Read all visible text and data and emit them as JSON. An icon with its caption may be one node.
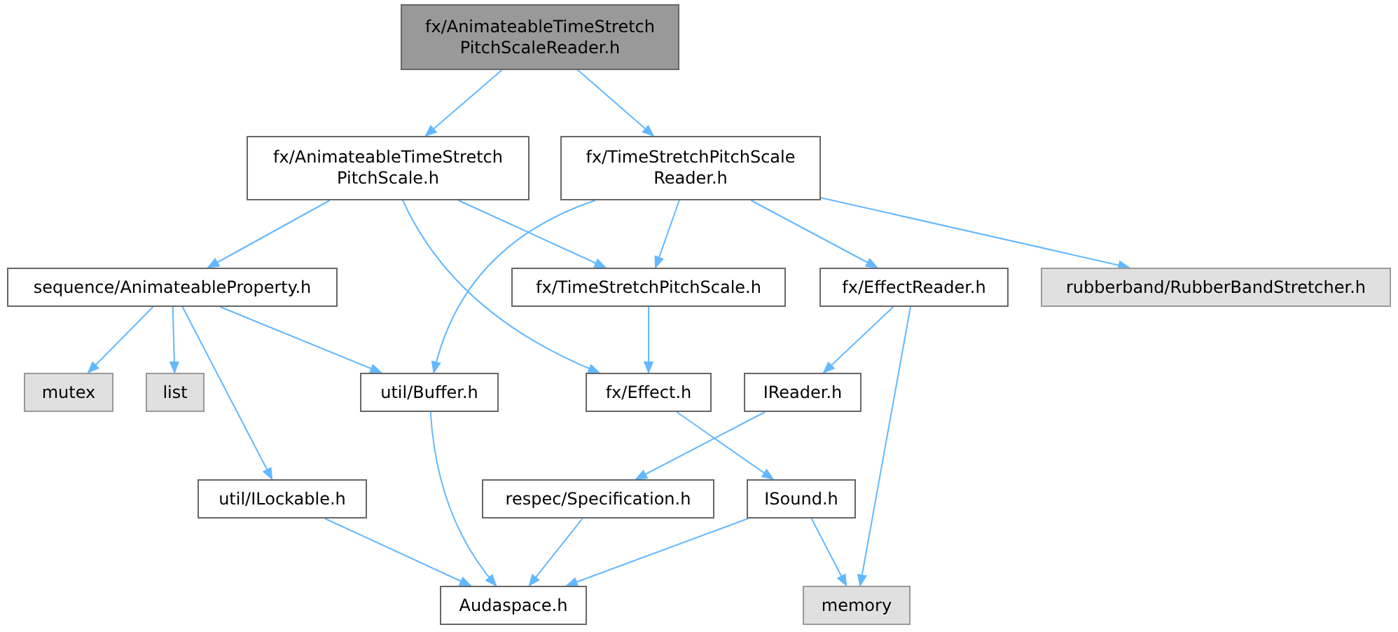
{
  "diagram": {
    "nodes": [
      {
        "text": [
          "fx/AnimateableTimeStretch PitchScaleReader.h"
        ]
      },
      {
        "text": [
          "fx/AnimateableTimeStretch PitchScale.h"
        ]
      },
      {
        "text": [
          "fx/TimeStretchPitchScale Reader.h"
        ]
      },
      {
        "text": [
          "sequence/AnimateableProperty.h"
        ]
      },
      {
        "text": [
          "fx/TimeStretchPitchScale.h"
        ]
      },
      {
        "text": [
          "fx/EffectReader.h"
        ]
      },
      {
        "text": [
          "rubberband/RubberBandStretcher.h"
        ]
      },
      {
        "text": [
          "mutex"
        ]
      },
      {
        "text": [
          "list"
        ]
      },
      {
        "text": [
          "util/Buffer.h"
        ]
      },
      {
        "text": [
          "fx/Effect.h"
        ]
      },
      {
        "text": [
          "IReader.h"
        ]
      },
      {
        "text": [
          "util/ILockable.h"
        ]
      },
      {
        "text": [
          "respec/Specification.h"
        ]
      },
      {
        "text": [
          "ISound.h"
        ]
      },
      {
        "text": [
          "Audaspace.h"
        ]
      },
      {
        "text": [
          "memory"
        ]
      }
    ],
    "edges": [
      {
        "from": 0,
        "to": 1,
        "arrow": "to"
      },
      {
        "from": 0,
        "to": 2,
        "arrow": "to"
      },
      {
        "from": 1,
        "to": 3,
        "arrow": "to"
      },
      {
        "from": 1,
        "to": 4,
        "arrow": "to"
      },
      {
        "from": 1,
        "to": 10,
        "arrow": "to"
      },
      {
        "from": 2,
        "to": 9,
        "arrow": "to"
      },
      {
        "from": 2,
        "to": 4,
        "arrow": "to"
      },
      {
        "from": 2,
        "to": 5,
        "arrow": "to"
      },
      {
        "from": 2,
        "to": 6,
        "arrow": "to"
      },
      {
        "from": 3,
        "to": 7,
        "arrow": "to"
      },
      {
        "from": 3,
        "to": 8,
        "arrow": "to"
      },
      {
        "from": 3,
        "to": 12,
        "arrow": "to"
      },
      {
        "from": 3,
        "to": 9,
        "arrow": "to"
      },
      {
        "from": 4,
        "to": 10,
        "arrow": "to"
      },
      {
        "from": 5,
        "to": 11,
        "arrow": "to"
      },
      {
        "from": 5,
        "to": 16,
        "arrow": "to"
      },
      {
        "from": 9,
        "to": 15,
        "arrow": "to"
      },
      {
        "from": 10,
        "to": 14,
        "arrow": "to"
      },
      {
        "from": 11,
        "to": 13,
        "arrow": "to"
      },
      {
        "from": 12,
        "to": 15,
        "arrow": "to"
      },
      {
        "from": 13,
        "to": 15,
        "arrow": "to"
      },
      {
        "from": 14,
        "to": 15,
        "arrow": "to"
      },
      {
        "from": 14,
        "to": 16,
        "arrow": "to"
      }
    ]
  }
}
